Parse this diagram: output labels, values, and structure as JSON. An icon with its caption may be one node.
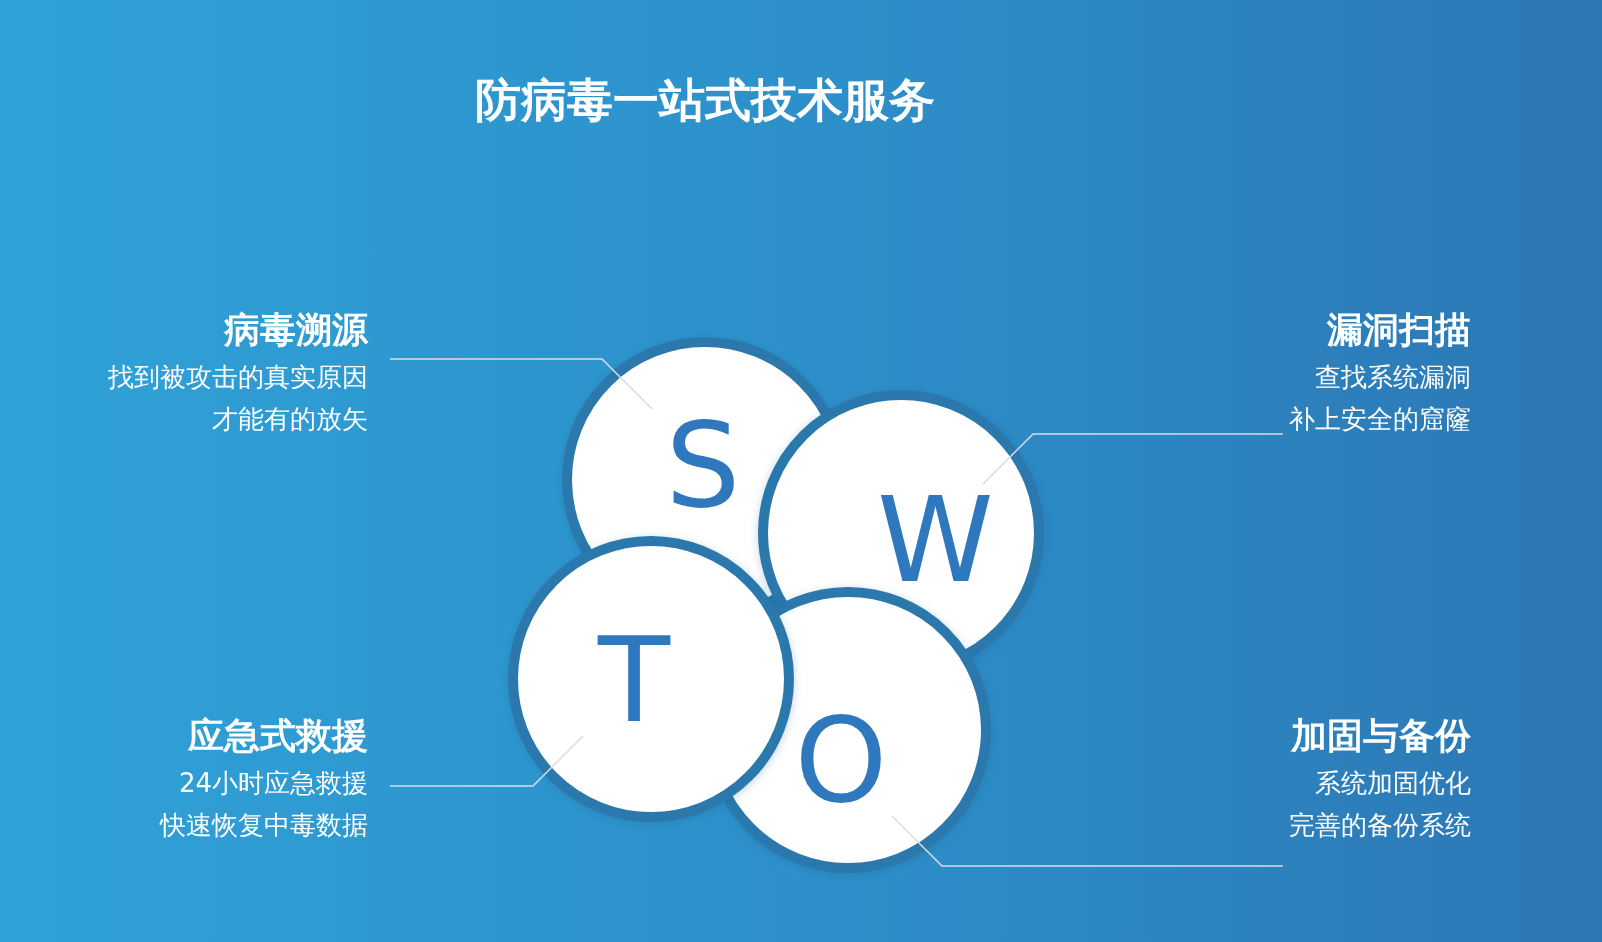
{
  "diagram": {
    "title": "防病毒一站式技术服务",
    "nodes": [
      {
        "text": [
          "S"
        ]
      },
      {
        "text": [
          "W"
        ]
      },
      {
        "text": [
          "T"
        ]
      },
      {
        "text": [
          "O"
        ]
      },
      {
        "text": [
          "病毒溯源",
          "找到被攻击的真实原因",
          "才能有的放矢"
        ]
      },
      {
        "text": [
          "漏洞扫描",
          "查找系统漏洞",
          "补上安全的窟窿"
        ]
      },
      {
        "text": [
          "应急式救援",
          "24小时应急救援",
          "快速恢复中毒数据"
        ]
      },
      {
        "text": [
          "加固与备份",
          "系统加固优化",
          "完善的备份系统"
        ]
      }
    ],
    "edges": [
      {
        "from": 4,
        "to": 0,
        "arrow": "none"
      },
      {
        "from": 5,
        "to": 1,
        "arrow": "none"
      },
      {
        "from": 6,
        "to": 2,
        "arrow": "none"
      },
      {
        "from": 7,
        "to": 3,
        "arrow": "none"
      }
    ]
  }
}
